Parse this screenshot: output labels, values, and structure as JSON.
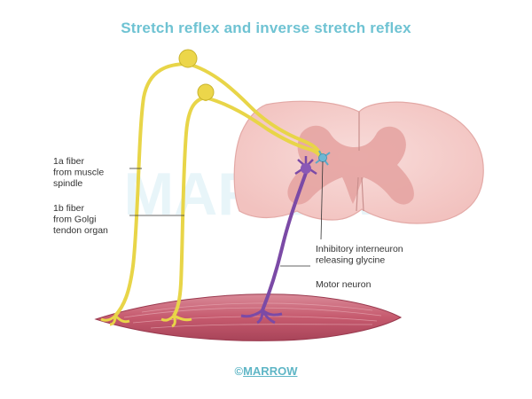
{
  "title": "Stretch reflex and inverse stretch reflex",
  "labels": {
    "fiber_1a": [
      "1a fiber",
      "from muscle",
      "spindle"
    ],
    "fiber_1b": [
      "1b fiber",
      "from Golgi",
      "tendon organ"
    ],
    "interneuron": [
      "Inhibitory interneuron",
      "releasing glycine"
    ],
    "motor_neuron": [
      "Motor neuron"
    ]
  },
  "watermark": "MARROW",
  "credit": {
    "symbol": "©",
    "name": "MARROW"
  },
  "colors": {
    "title": "#6fc3d3",
    "sensory_fiber": "#e8d548",
    "motor_neuron": "#7b4aa6",
    "interneuron": "#5aa9c9",
    "spinal_white_matter": "#f6d1cf",
    "spinal_grey_matter": "#e8a9a7",
    "muscle": "#c65a6e"
  }
}
